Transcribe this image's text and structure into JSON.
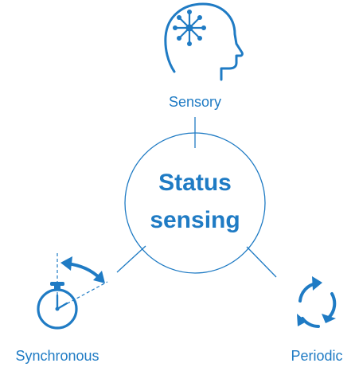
{
  "center": {
    "line1": "Status",
    "line2": "sensing"
  },
  "nodes": {
    "sensory": {
      "label": "Sensory",
      "icon": "head-network-icon"
    },
    "synchronous": {
      "label": "Synchronous",
      "icon": "stopwatch-icon"
    },
    "periodic": {
      "label": "Periodic",
      "icon": "cycle-arrows-icon"
    }
  },
  "colors": {
    "accent": "#1f7bc4",
    "background": "#ffffff"
  }
}
